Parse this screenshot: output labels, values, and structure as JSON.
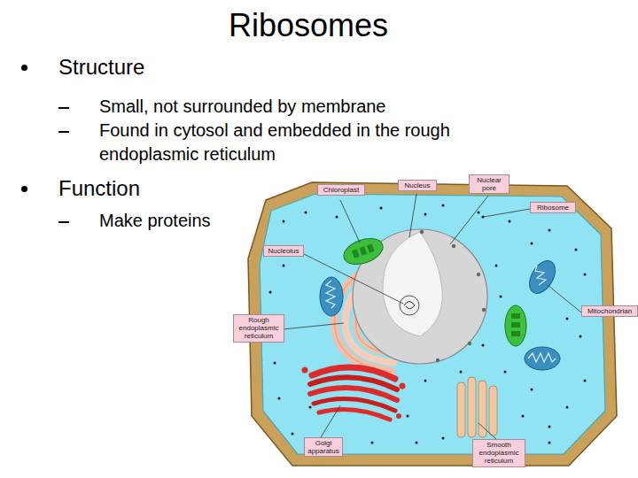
{
  "diagram": {
    "title": "Ribosomes",
    "nodes": [
      {
        "text": [
          "Nuclear pore"
        ]
      },
      {
        "text": [
          "Nucleus"
        ]
      },
      {
        "text": [
          "Chloroplast"
        ]
      },
      {
        "text": [
          "Ribosome"
        ]
      },
      {
        "text": [
          "Nucleolus"
        ]
      },
      {
        "text": [
          "Mitochondrian"
        ]
      },
      {
        "text": [
          "Rough endoplasmic reticulum"
        ]
      },
      {
        "text": [
          "Golgi apparatus"
        ]
      },
      {
        "text": [
          "Smooth endoplasmic reticulum"
        ]
      }
    ],
    "labels": [
      "Structure",
      "Small, not surrounded by membrane",
      "Found in cytosol and embedded in the rough endoplasmic reticulum",
      "Function",
      "Make proteins"
    ]
  }
}
